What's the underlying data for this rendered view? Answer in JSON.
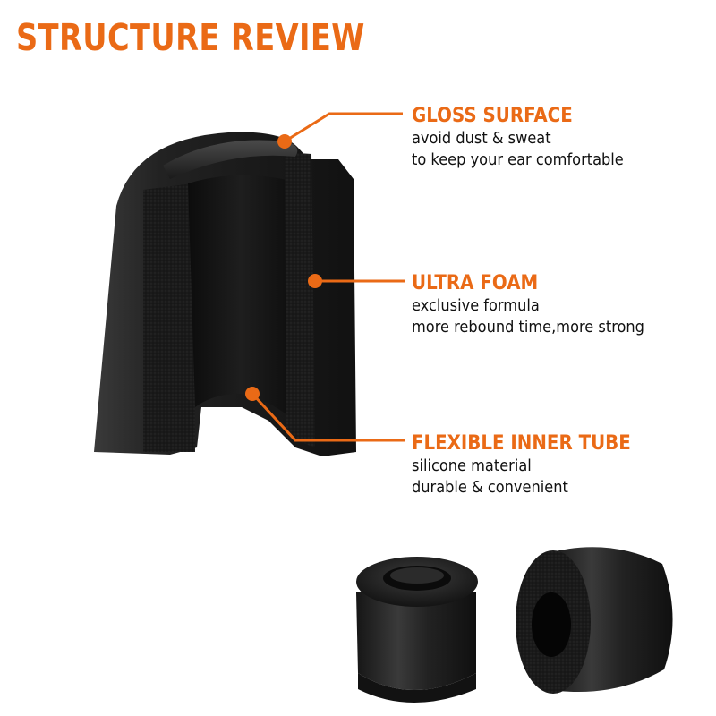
{
  "title": "STRUCTURE REVIEW",
  "callouts": [
    {
      "title": "GLOSS SURFACE",
      "lines": [
        "avoid dust & sweat",
        "to keep your ear comfortable"
      ]
    },
    {
      "title": "ULTRA FOAM",
      "lines": [
        "exclusive formula",
        "more rebound time,more strong"
      ]
    },
    {
      "title": "FLEXIBLE INNER TUBE",
      "lines": [
        "silicone material",
        "durable & convenient"
      ]
    }
  ],
  "colors": {
    "accent": "#ea6a16",
    "foam": "#1c1c1c",
    "text": "#111111",
    "background": "#ffffff"
  }
}
